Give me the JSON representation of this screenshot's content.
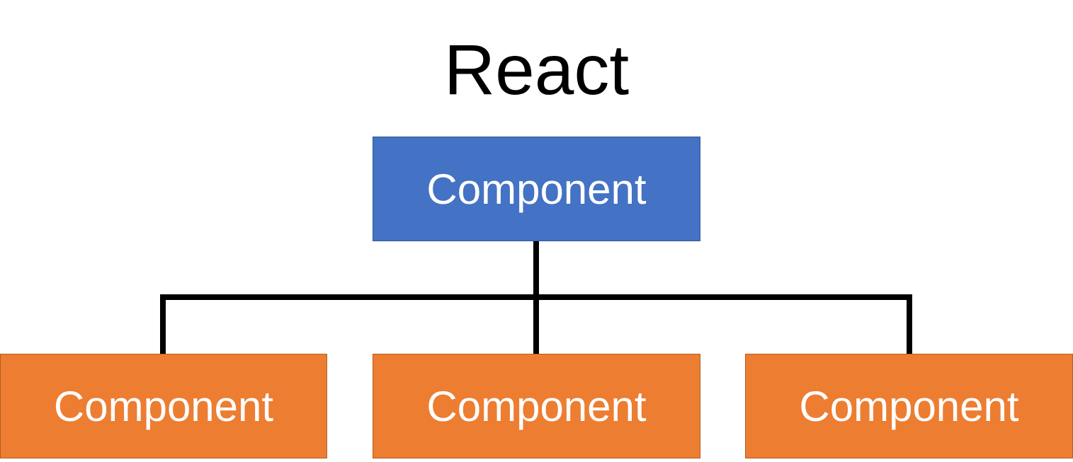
{
  "title": "React",
  "colors": {
    "root_fill": "#4472C4",
    "child_fill": "#ED7D31",
    "connector": "#000000",
    "node_text": "#FFFFFF"
  },
  "root": {
    "label": "Component"
  },
  "children": [
    {
      "label": "Component"
    },
    {
      "label": "Component"
    },
    {
      "label": "Component"
    }
  ]
}
